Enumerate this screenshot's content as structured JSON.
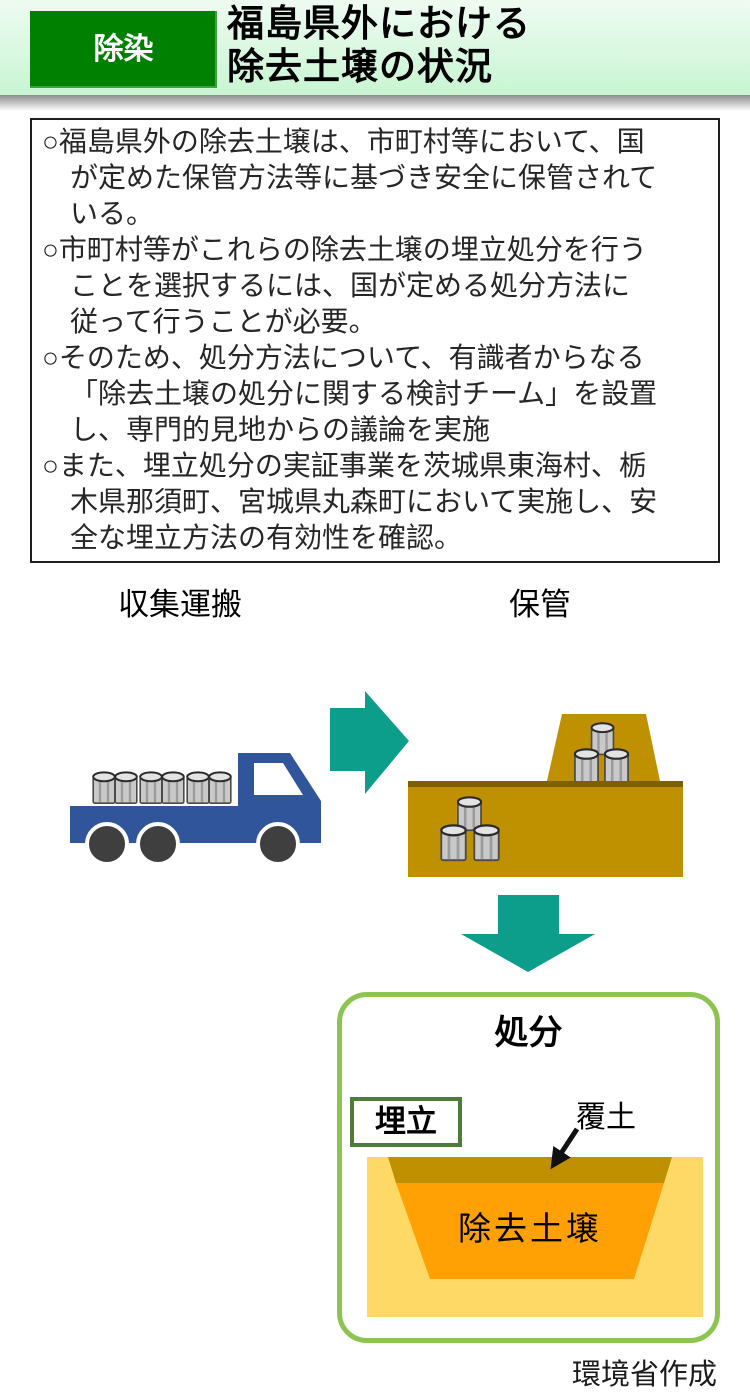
{
  "header": {
    "badge_label": "除染",
    "title_line1": "福島県外における",
    "title_line2": "除去土壌の状況"
  },
  "summary_box": {
    "bullets": [
      "○福島県外の除去土壌は、市町村等において、国\nが定めた保管方法等に基づき安全に保管されて\nいる。",
      "○市町村等がこれらの除去土壌の埋立処分を行う\nことを選択するには、国が定める処分方法に\n従って行うことが必要。",
      "○そのため、処分方法について、有識者からなる\n「除去土壌の処分に関する検討チーム」を設置\nし、専門的見地からの議論を実施",
      "○また、埋立処分の実証事業を茨城県東海村、栃\n木県那須町、宮城県丸森町において実施し、安\n全な埋立方法の有効性を確認。"
    ]
  },
  "flow": {
    "stage_collection_label": "収集運搬",
    "stage_storage_label": "保管",
    "stage_disposal_label": "処分",
    "landfill_tag_label": "埋立",
    "cover_soil_label": "覆土",
    "removed_soil_label": "除去土壌"
  },
  "footer": {
    "credit": "環境省作成"
  },
  "colors": {
    "header-bg-top": "#EFFBF2",
    "header-bg-bottom": "#C8F5D2",
    "badge-green": "#008000",
    "teal-arrow": "#0C9E8A",
    "truck-blue": "#30559B",
    "wheel-gray": "#3F3F3F",
    "drum-gray": "#C9C9C9",
    "drum-top": "#E3E3E3",
    "drum-line": "#4A4A4A",
    "soil-olive": "#BF9000",
    "soil-olive-dark": "#7F6000",
    "ground-yellow": "#FFD966",
    "soil-orange": "#FFA005",
    "box-border-green": "#8CC450",
    "landfill-border-green": "#4E7D38"
  }
}
